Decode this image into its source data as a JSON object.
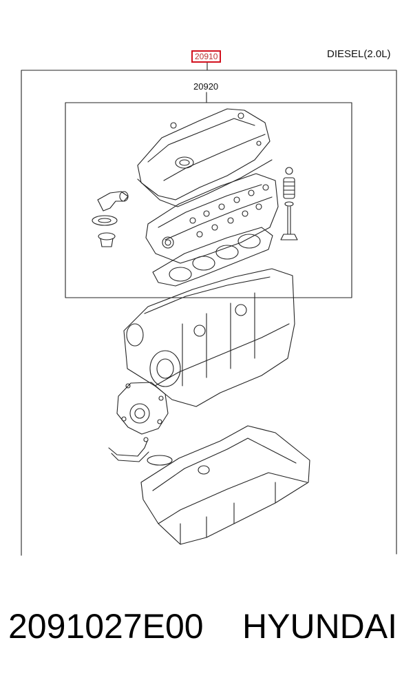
{
  "header": {
    "assembly_ref": "20910",
    "engine_variant": "DIESEL(2.0L)"
  },
  "diagram": {
    "sub_ref": "20920",
    "parts": [
      "cylinder-head-cover",
      "cylinder-head",
      "head-gasket",
      "thermostat-housing",
      "thermostat",
      "valve",
      "valve-spring",
      "cylinder-block",
      "water-pump",
      "oil-pipe",
      "oil-pan"
    ]
  },
  "footer": {
    "part_number": "2091027E00",
    "brand": "HYUNDAI"
  },
  "colors": {
    "highlight": "#d2101e",
    "line": "#222222"
  }
}
